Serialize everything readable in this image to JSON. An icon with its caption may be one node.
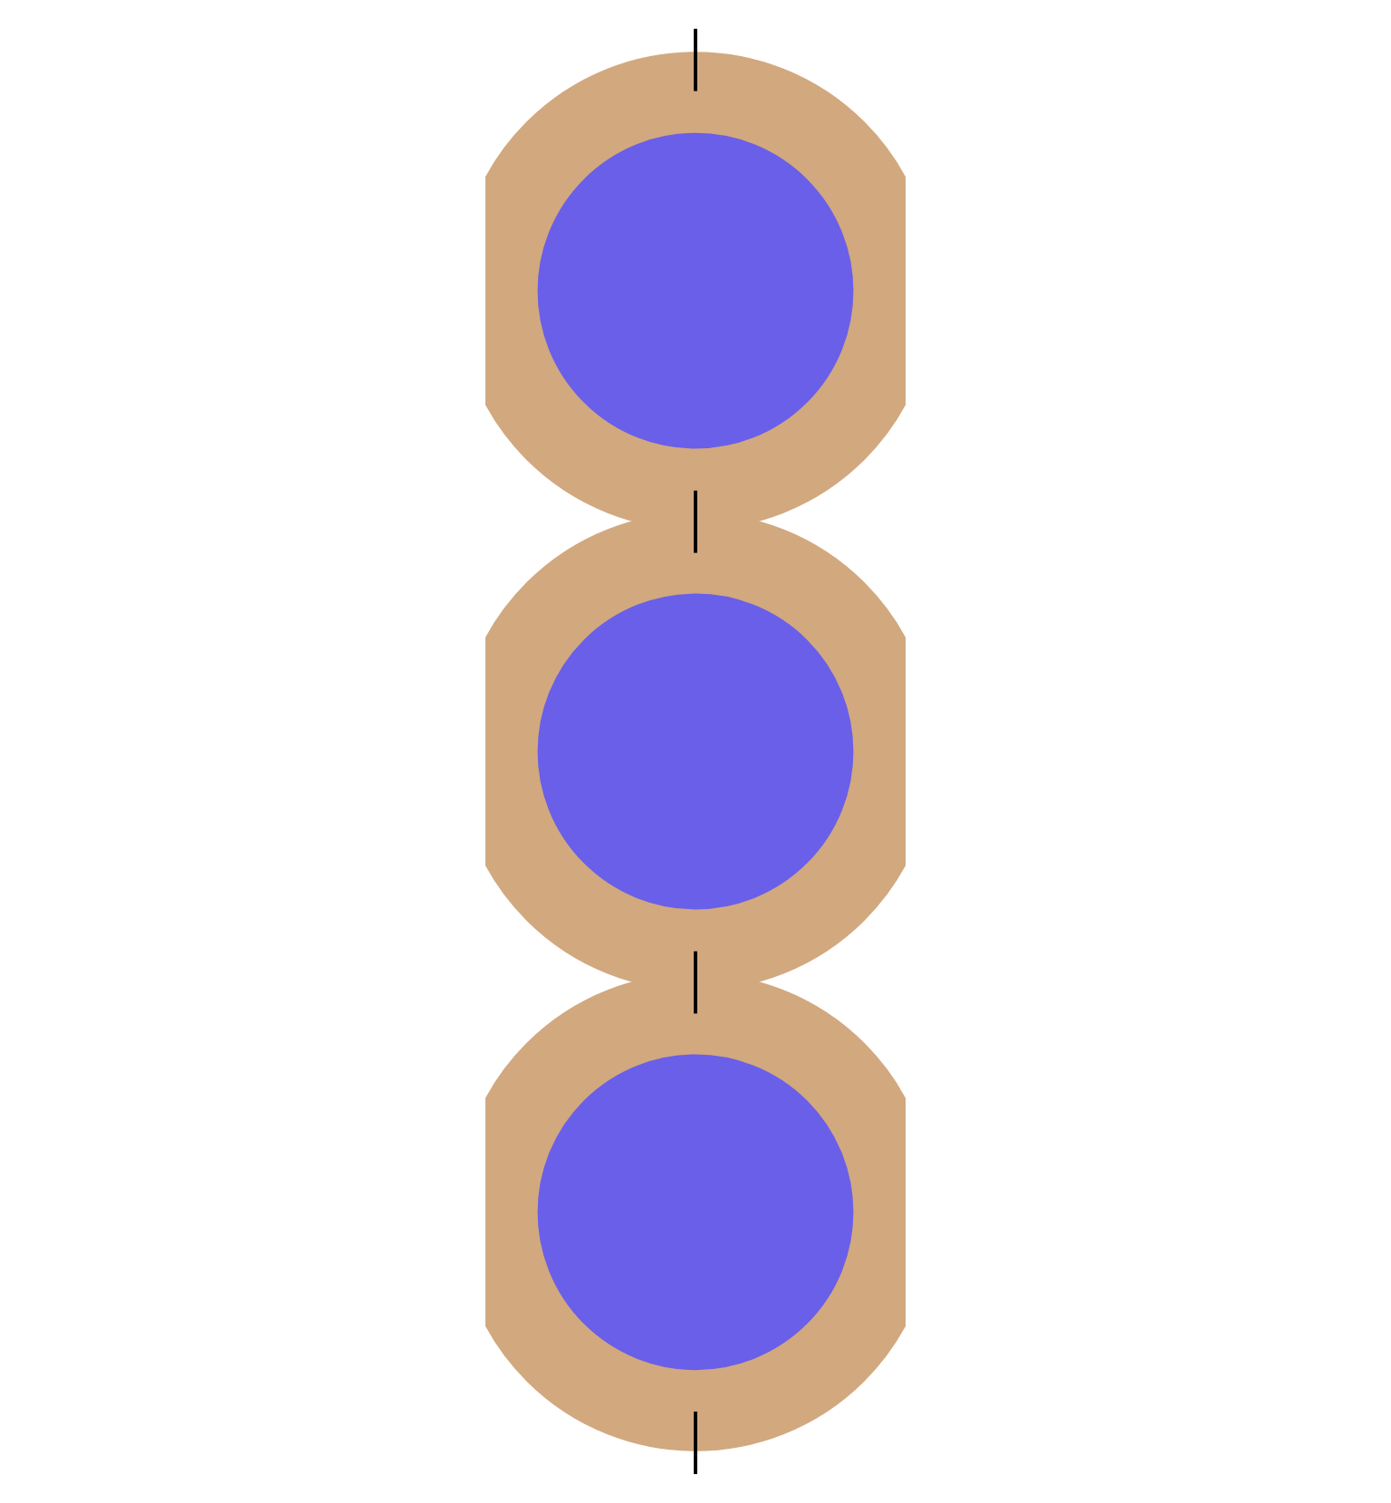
{
  "diagram": {
    "nodes": [
      {
        "text": [],
        "shape": "circle"
      },
      {
        "text": [],
        "shape": "circle"
      },
      {
        "text": [],
        "shape": "circle"
      }
    ],
    "edges": [
      {
        "from": null,
        "to": 0,
        "arrow": "none"
      },
      {
        "from": 0,
        "to": 1,
        "arrow": "none"
      },
      {
        "from": 1,
        "to": 2,
        "arrow": "none"
      },
      {
        "from": 2,
        "to": null,
        "arrow": "none"
      }
    ]
  }
}
